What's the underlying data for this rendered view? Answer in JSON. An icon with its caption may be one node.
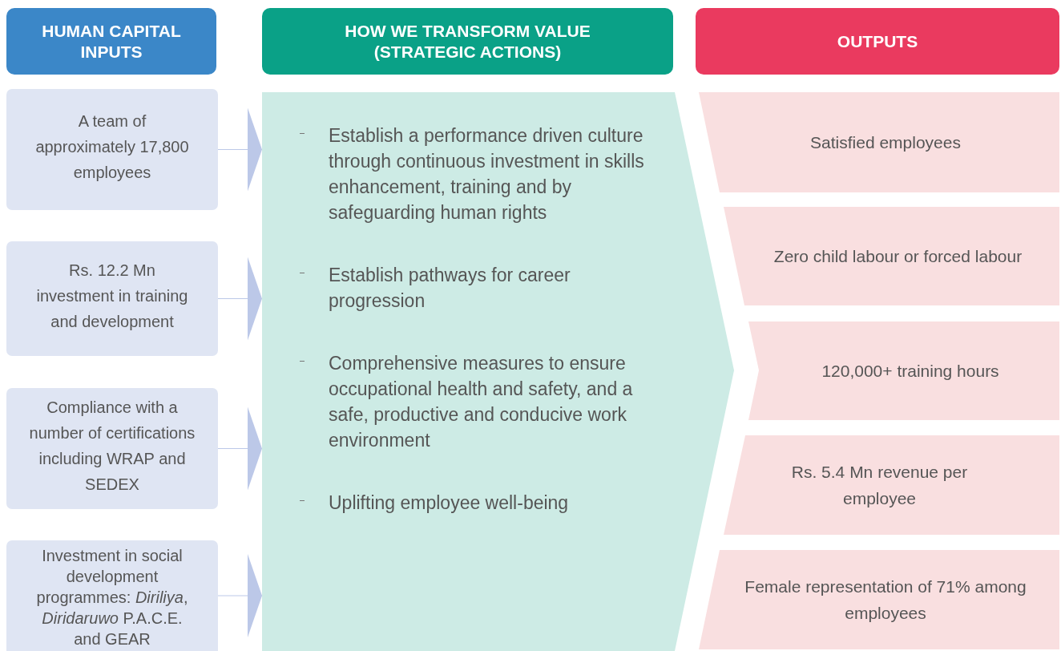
{
  "diagram": {
    "nodes": [
      {
        "text": [
          "HUMAN CAPITAL INPUTS"
        ]
      },
      {
        "text": [
          "HOW WE TRANSFORM VALUE (STRATEGIC ACTIONS)"
        ]
      },
      {
        "text": [
          "OUTPUTS"
        ]
      },
      {
        "text": [
          "A team of approximately 17,800 employees"
        ]
      },
      {
        "text": [
          "Rs. 12.2 Mn investment in training and development"
        ]
      },
      {
        "text": [
          "Compliance with a number of certifications including WRAP and SEDEX"
        ]
      },
      {
        "text": [
          "Investment in social development programmes: *Diriliya*, *Diridaruwo* P.A.C.E. and GEAR"
        ]
      },
      {
        "text": [
          "Establish a performance driven culture through continuous investment in skills enhancement, training and by safeguarding human rights",
          "Establish pathways for career progression",
          "Comprehensive measures to ensure occupational health and safety, and a safe, productive and conducive work environment",
          "Uplifting employee well-being"
        ]
      },
      {
        "text": [
          "Satisfied employees"
        ]
      },
      {
        "text": [
          "Zero child labour or forced labour"
        ]
      },
      {
        "text": [
          "120,000+ training hours"
        ]
      },
      {
        "text": [
          "Rs. 5.4 Mn revenue per employee"
        ]
      },
      {
        "text": [
          "Female representation of 71% among employees"
        ]
      }
    ],
    "edges": [
      {
        "from": 3,
        "to": 7,
        "arrow": "to"
      },
      {
        "from": 4,
        "to": 7,
        "arrow": "to"
      },
      {
        "from": 5,
        "to": 7,
        "arrow": "to"
      },
      {
        "from": 6,
        "to": 7,
        "arrow": "to"
      }
    ]
  }
}
